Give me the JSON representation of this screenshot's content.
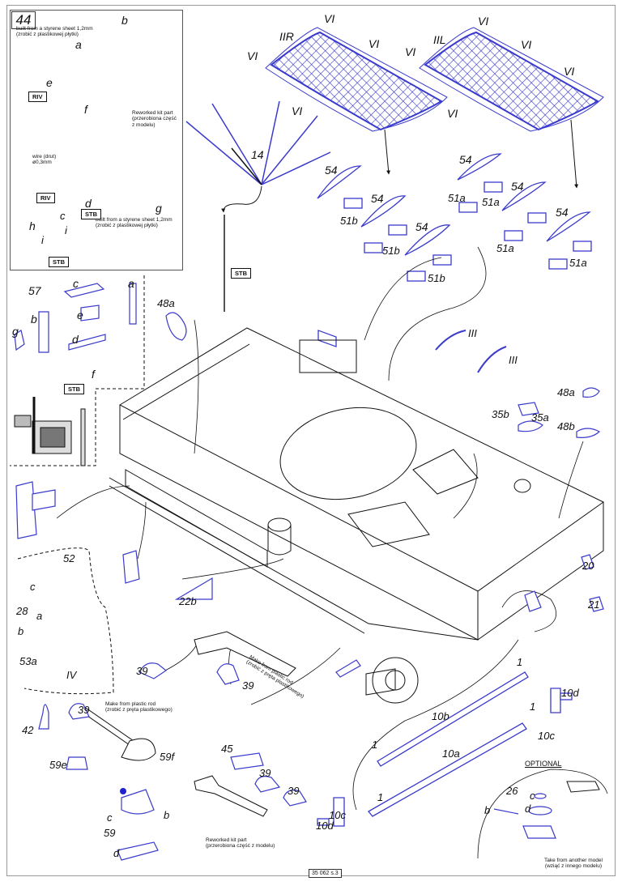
{
  "sheet": {
    "page_ref": "35 062 s.3",
    "accent_color": "#3a3acc",
    "line_color": "#111111"
  },
  "step44": {
    "number": "44",
    "notes": {
      "styrene_top": [
        "built from a styrene sheet 1,2mm",
        "(zrobić z plastikowej płytki)"
      ],
      "reworked": [
        "Reworked kit part",
        "(przerobiona część",
        "z modelu)"
      ],
      "wire": [
        "wire (drut)",
        "ø0,3mm"
      ],
      "styrene_bottom": [
        "built from a styrene sheet 1,2mm",
        "(zrobić z plastikowej płytki)"
      ]
    },
    "labels": [
      "a",
      "b",
      "e",
      "f",
      "c",
      "d",
      "g",
      "h",
      "i",
      "i"
    ],
    "boxes": [
      "RIV",
      "RIV",
      "STB",
      "STB"
    ]
  },
  "step57": {
    "number": "57",
    "labels": [
      "a",
      "b",
      "c",
      "d",
      "e",
      "f",
      "g"
    ],
    "box": "STB"
  },
  "nets": {
    "left": "IIR",
    "right": "IIL",
    "fastener": "VI"
  },
  "antenna": {
    "label": "14",
    "box": "STB"
  },
  "fenders": {
    "part54": "54",
    "part51a": "51a",
    "part51b": "51b"
  },
  "right_parts": {
    "strip": "III",
    "p48a": "48a",
    "p48b": "48b",
    "p35a": "35a",
    "p35b": "35b",
    "p20": "20",
    "p21": "21"
  },
  "left_parts": {
    "p48a": "48a",
    "p52": "52",
    "c": "c",
    "p28": "28",
    "a": "a",
    "b": "b",
    "p53a": "53a",
    "chain": "IV",
    "p22b": "22b",
    "p39": "39"
  },
  "tools": {
    "note_rod1": [
      "Make from plastic rod",
      "(zrobić z pręta plastikowego)"
    ],
    "note_rod2": [
      "Make from plastic rod",
      "(zrobić z pręta plastikowego)"
    ],
    "note_reworked": [
      "Reworked kit part",
      "(przerobiona część z modelu)"
    ],
    "p39": "39",
    "p42": "42",
    "p59e": "59e",
    "p59f": "59f",
    "p59": "59",
    "b": "b",
    "c": "c",
    "d": "d",
    "p45": "45"
  },
  "towbars": {
    "p1": "1",
    "p10a": "10a",
    "p10b": "10b",
    "p10c": "10c",
    "p10d": "10d"
  },
  "optional": {
    "title": "OPTIONAL",
    "p26": "26",
    "b": "b",
    "c": "c",
    "d": "d",
    "note": [
      "Take from another model",
      "(wziąć z innego modelu)"
    ]
  }
}
